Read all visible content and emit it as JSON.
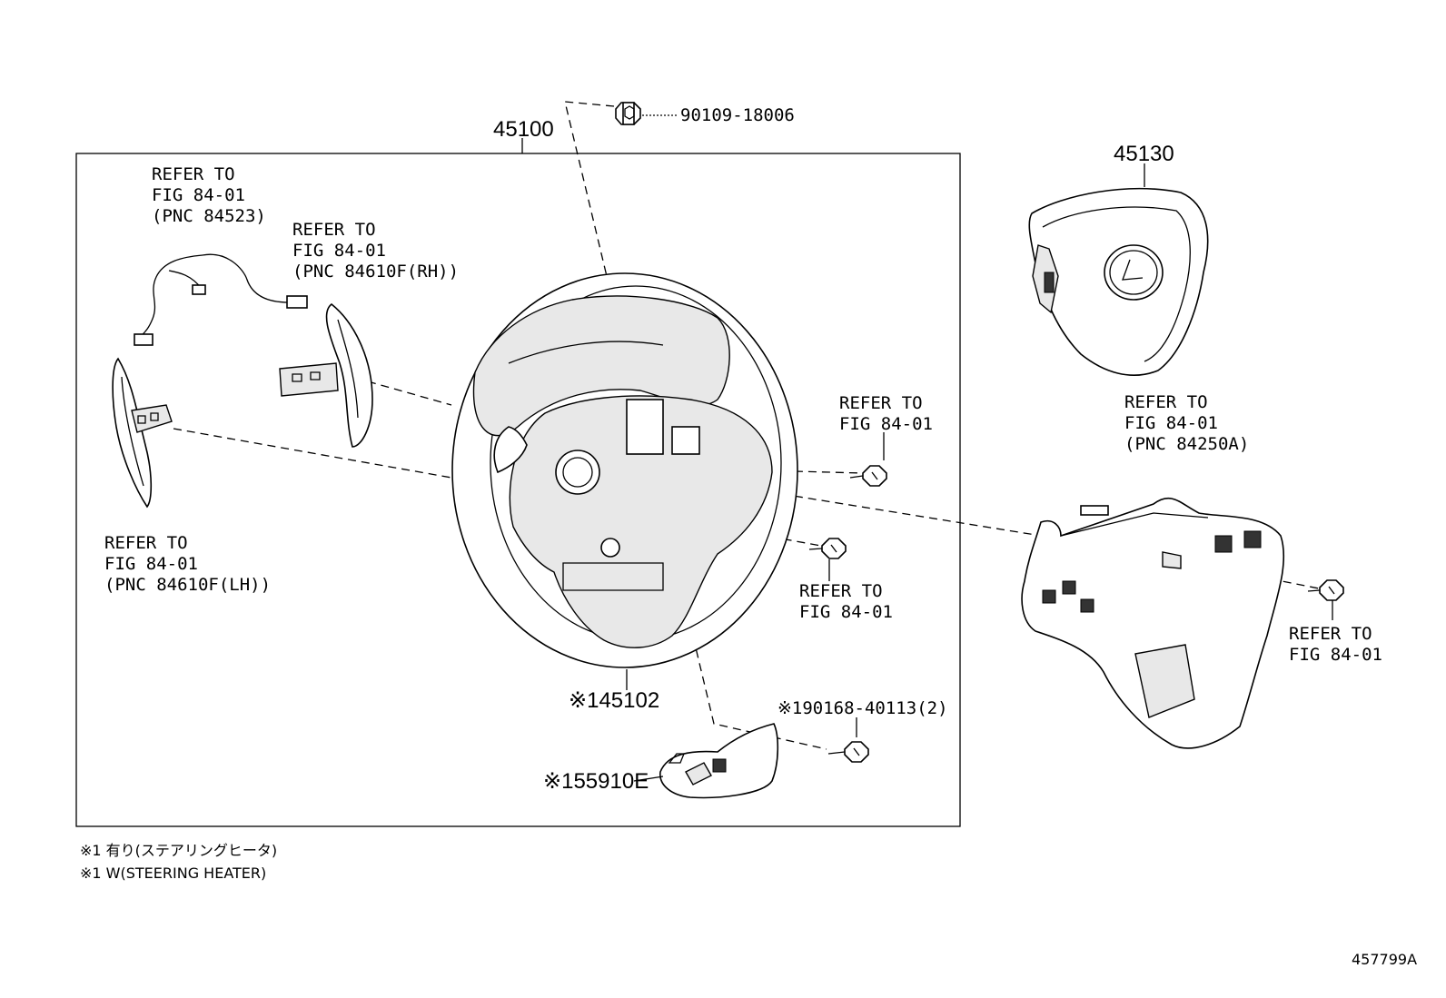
{
  "frame_label": "45100",
  "parts": {
    "bolt_top": "90109-18006",
    "airbag": "45130",
    "wheel": "※145102",
    "cover_screw": "※190168-40113(2)",
    "lower_cover": "※155910E"
  },
  "refs": {
    "wire": [
      "REFER TO",
      "FIG 84-01",
      "(PNC 84523)"
    ],
    "paddle_rh": [
      "REFER TO",
      "FIG 84-01",
      "(PNC 84610F(RH))"
    ],
    "paddle_lh": [
      "REFER TO",
      "FIG 84-01",
      "(PNC 84610F(LH))"
    ],
    "screw_upper": [
      "REFER TO",
      "FIG 84-01"
    ],
    "screw_mid": [
      "REFER TO",
      "FIG 84-01"
    ],
    "switch": [
      "REFER TO",
      "FIG 84-01",
      "(PNC 84250A)"
    ],
    "screw_right": [
      "REFER TO",
      "FIG 84-01"
    ]
  },
  "notes": [
    "※1 有り(ステアリングヒータ)",
    "※1 W(STEERING HEATER)"
  ],
  "diagram_id": "457799A"
}
